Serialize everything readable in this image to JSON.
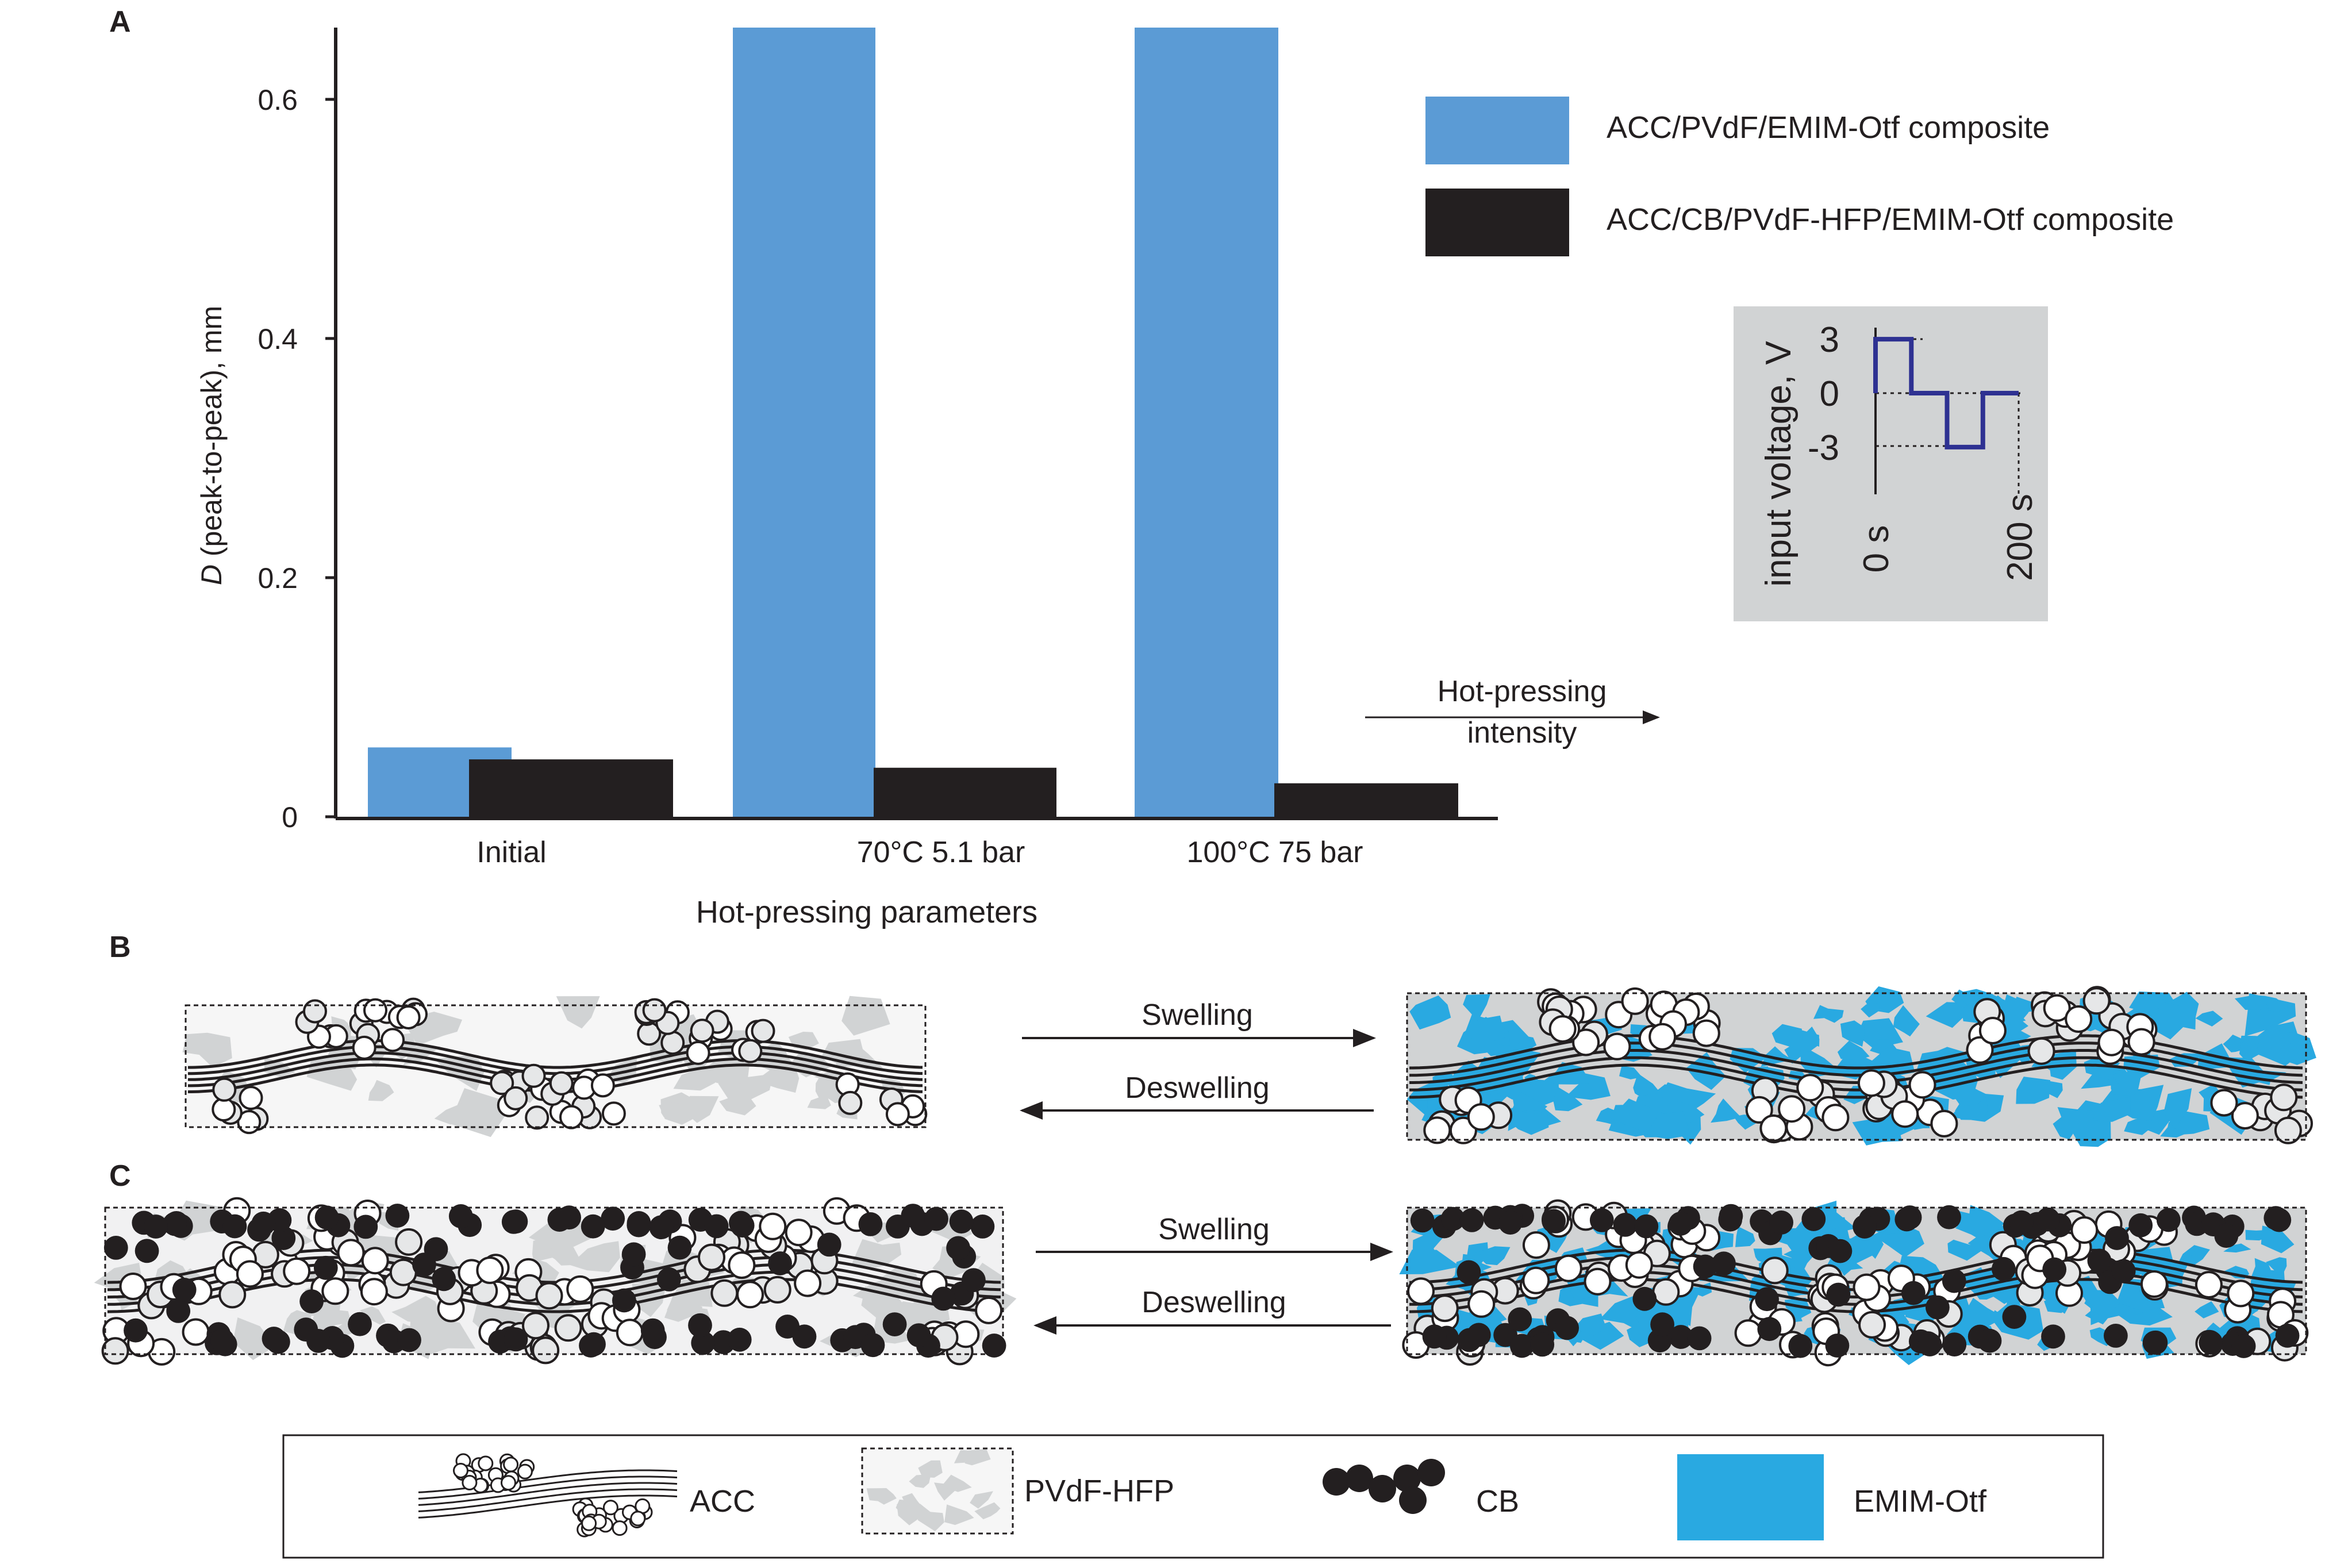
{
  "panel_labels": {
    "a": "A",
    "b": "B",
    "c": "C"
  },
  "colors": {
    "blue_series": "#5b9bd5",
    "black_series": "#231f20",
    "emim": "#29a9e1",
    "pvdf": "#d1d3d4",
    "inset_bg": "#d1d3d4",
    "inset_line": "#2e3192"
  },
  "chart_data": {
    "type": "bar",
    "title": "",
    "xlabel": "Hot-pressing parameters",
    "ylabel_italic": "D",
    "ylabel_rest": " (peak-to-peak), mm",
    "categories": [
      "Initial",
      "70°C 5.1 bar",
      "100°C 75 bar"
    ],
    "series": [
      {
        "name": "ACC/PVdF/EMIM-Otf composite",
        "values": [
          0.058,
          0.66,
          0.66
        ]
      },
      {
        "name": "ACC/CB/PVdF-HFP/EMIM-Otf composite",
        "values": [
          0.048,
          0.041,
          0.028
        ]
      }
    ],
    "ylim": [
      0,
      0.66
    ],
    "yticks": [
      0,
      0.2,
      0.4,
      0.6
    ],
    "ytick_labels": [
      "0",
      "0.2",
      "0.4",
      "0.6"
    ],
    "grid": false,
    "legend_position": "top-right"
  },
  "annotation": {
    "line1": "Hot-pressing",
    "line2": "intensity"
  },
  "inset": {
    "ylabel": "input voltage, V",
    "yticks": [
      "3",
      "0",
      "-3"
    ],
    "xticks": [
      "0 s",
      "200 s"
    ],
    "waveform": [
      [
        0,
        0
      ],
      [
        0,
        3
      ],
      [
        50,
        3
      ],
      [
        50,
        0
      ],
      [
        100,
        0
      ],
      [
        100,
        -3
      ],
      [
        150,
        -3
      ],
      [
        150,
        0
      ],
      [
        200,
        0
      ]
    ]
  },
  "diagram_b": {
    "swelling": "Swelling",
    "deswelling": "Deswelling"
  },
  "diagram_c": {
    "swelling": "Swelling",
    "deswelling": "Deswelling"
  },
  "key": {
    "acc": "ACC",
    "pvdf": "PVdF-HFP",
    "cb": "CB",
    "emim": "EMIM-Otf"
  }
}
